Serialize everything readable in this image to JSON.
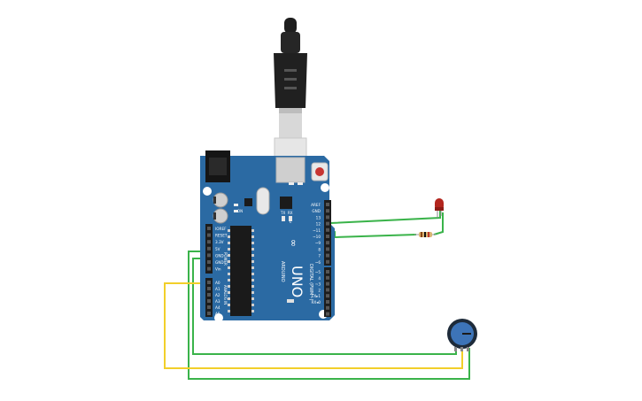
{
  "board": {
    "logo": "∞",
    "uno": "UNO",
    "arduino_label": "ARDUINO",
    "digital_label": "DIGITAL (PWM~)",
    "power_label": "POWER",
    "analog_label": "ANALOG IN",
    "tx_label": "TX",
    "rx_label": "RX",
    "l_label": "L",
    "on_label": "ON",
    "power_pins": [
      "IOREF",
      "RESET",
      "3.3V",
      "5V",
      "GND",
      "GND",
      "Vin"
    ],
    "analog_pins": [
      "A0",
      "A1",
      "A2",
      "A3",
      "A4",
      "A5"
    ],
    "digital_pins": [
      "AREF",
      "GND",
      "13",
      "12",
      "~11",
      "~10",
      "~9",
      "8",
      "7",
      "~6",
      "~5",
      "4",
      "~3",
      "2",
      "TX▸1",
      "RX◂0"
    ]
  },
  "colors": {
    "board": "#2b6aa3",
    "wire_green": "#3ab34a",
    "wire_yellow": "#f2cf2a",
    "led": "#b3261e",
    "pot_knob": "#3d74b8"
  }
}
